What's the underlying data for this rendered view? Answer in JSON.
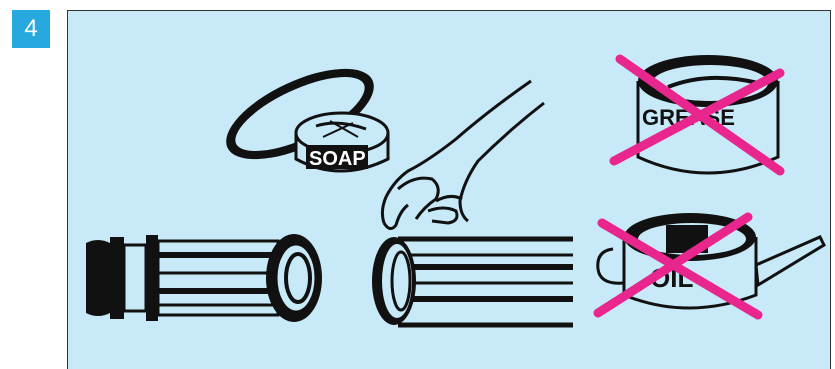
{
  "step": {
    "number": "4"
  },
  "labels": {
    "soap": "SOAP",
    "grease": "GREASE",
    "oil": "OIL"
  },
  "colors": {
    "badge": "#27a9df",
    "panel": "#c7e9f8",
    "cross": "#e8268e",
    "ink": "#111111"
  },
  "icons": [
    "soap-tin-icon",
    "pipe-fitting-icon",
    "hand-icon",
    "pipe-icon",
    "grease-can-icon",
    "oil-can-icon",
    "prohibited-cross-icon"
  ]
}
